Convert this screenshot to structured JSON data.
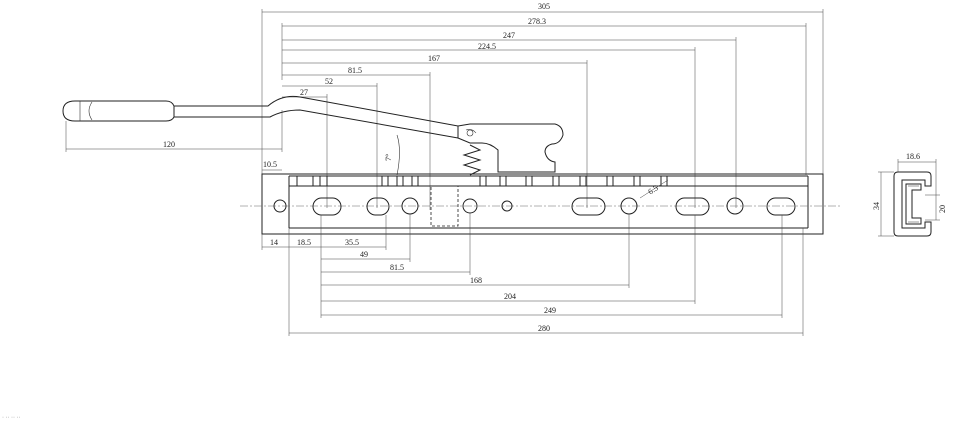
{
  "dims_top": [
    "305",
    "278.3",
    "247",
    "224.5",
    "167",
    "81.5",
    "52",
    "27"
  ],
  "dim_handle": "120",
  "dim_left_offset": "10.5",
  "dim_angle": "7°",
  "dim_hole": "6.5",
  "dims_bottom": [
    "14",
    "18.5",
    "35.5",
    "49",
    "81.5",
    "168",
    "204",
    "249",
    "280"
  ],
  "section": {
    "width": "18.6",
    "height": "34",
    "inner": "20"
  },
  "footer_text": "· ·· ·· ··"
}
